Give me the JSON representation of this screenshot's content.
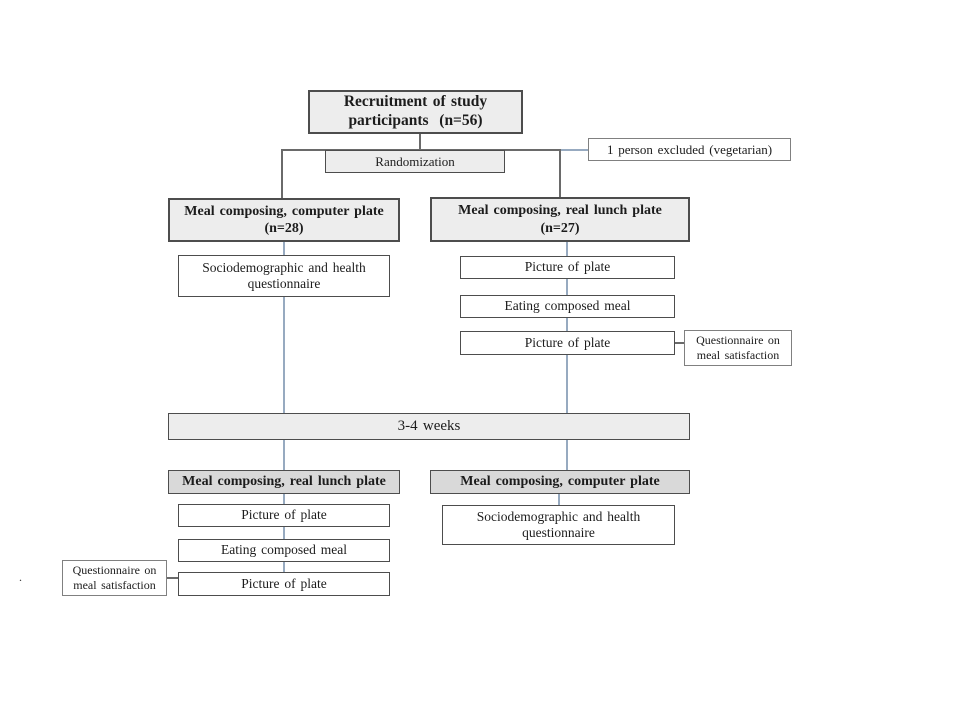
{
  "flowchart": {
    "recruitment": {
      "line1": "Recruitment of study",
      "line2": "participants  (n=56)"
    },
    "randomization": "Randomization",
    "exclusion_note": "1 person excluded (vegetarian)",
    "phase1_left": {
      "title": "Meal composing, computer plate",
      "n": "(n=28)"
    },
    "phase1_right": {
      "title": "Meal composing, real lunch plate",
      "n": "(n=27)"
    },
    "phase1_left_steps": [
      "Sociodemographic and health questionnaire"
    ],
    "phase1_right_steps": [
      "Picture of plate",
      "Eating composed meal",
      "Picture of plate"
    ],
    "satisfaction_note_right": "Questionnaire on meal satisfaction",
    "washout": "3-4 weeks",
    "phase2_left": {
      "title": "Meal composing, real lunch plate"
    },
    "phase2_right": {
      "title": "Meal composing, computer plate"
    },
    "phase2_left_steps": [
      "Picture of plate",
      "Eating composed meal",
      "Picture of plate"
    ],
    "phase2_right_steps": [
      "Sociodemographic and health questionnaire"
    ],
    "satisfaction_note_left": "Questionnaire on meal satisfaction",
    "stray_mark": "."
  },
  "colors": {
    "box_fill_light": "#ededed",
    "box_fill_mid": "#d9d9d9",
    "border_dark": "#4d4d4d",
    "border_gray": "#808080",
    "connector_blue": "#97aac0",
    "connector_dark": "#6a6a6a"
  }
}
